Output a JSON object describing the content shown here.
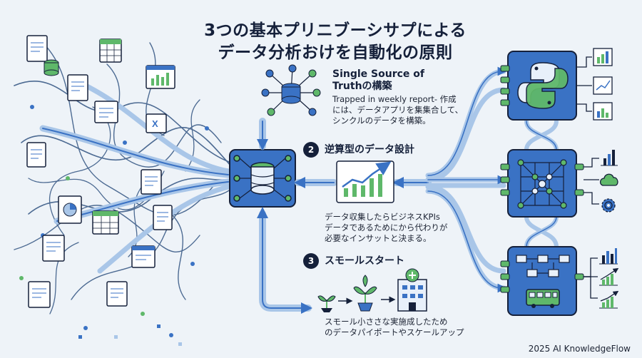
{
  "title_line1": "3つの基本プリニブーシサプによる",
  "title_line2": "データ分析おけを自動化の原則",
  "principles": [
    {
      "number": "",
      "heading_line1": "Single Source of",
      "heading_line2": "Truthの構築",
      "body": [
        "Trapped in weekly report- 作成",
        "には、データアプリを集集合して、",
        "シンクルのデータを構築。"
      ]
    },
    {
      "number": "2",
      "heading": "逆算型のデータ設計",
      "body": [
        "データ収集したらビジネスKPIs",
        "データであるためにから代わりが",
        "必要なインサットと決まる。"
      ]
    },
    {
      "number": "3",
      "heading": "スモールスタート",
      "body": [
        "スモール小ささな実施成したため",
        "のデータパイポートやスケールアップ"
      ]
    }
  ],
  "footer": "2025 AI KnowledgeFlow",
  "colors": {
    "primary_blue": "#3a72c4",
    "light_blue": "#a9c6e8",
    "green": "#5fb86a",
    "navy": "#15203a",
    "background": "#eef3f8"
  },
  "icons": [
    "document-icon",
    "spreadsheet-icon",
    "excel-icon",
    "database-icon",
    "chart-icon",
    "python-icon",
    "network-grid-icon",
    "flowchart-icon",
    "gear-icon",
    "cloud-icon",
    "seedling-icon",
    "plant-icon",
    "building-icon",
    "arrow-icon"
  ]
}
